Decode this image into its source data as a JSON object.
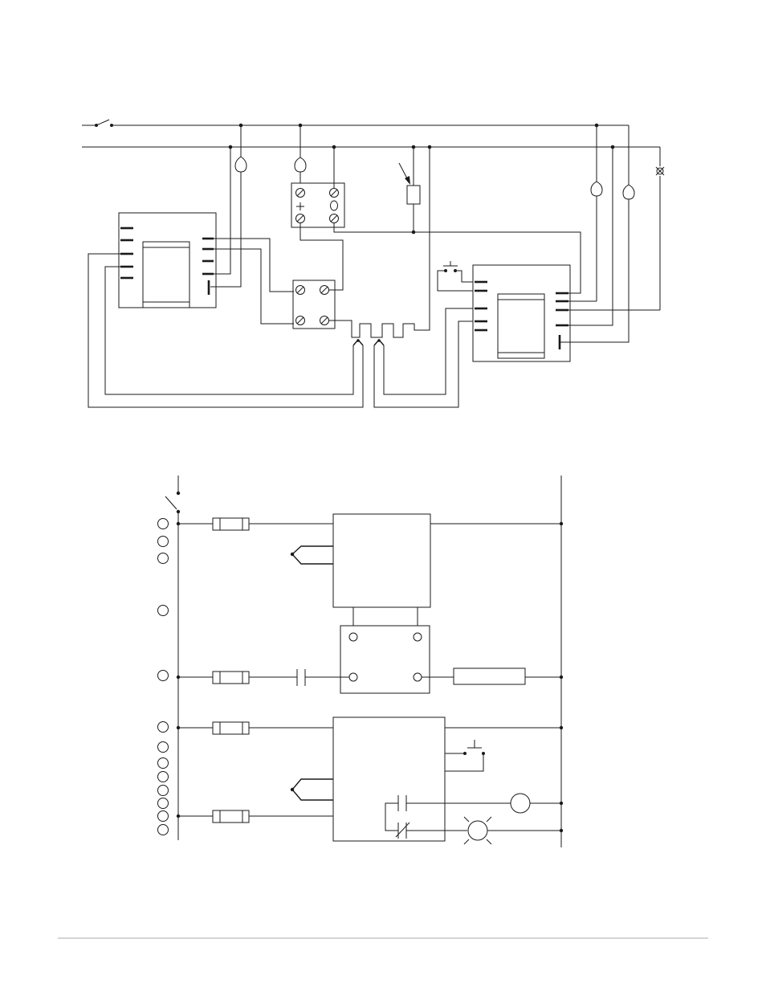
{
  "page": {
    "background": "#ffffff",
    "line_color": "#1a1a1a",
    "rule_color": "#a8a8a8"
  },
  "wiring_diagram": {
    "components": [
      {
        "name": "line-switch-icon"
      },
      {
        "name": "left-control-module"
      },
      {
        "name": "right-control-module"
      },
      {
        "name": "upper-terminal-block"
      },
      {
        "name": "lower-terminal-block"
      },
      {
        "name": "resistor-icon"
      },
      {
        "name": "push-button-icon"
      },
      {
        "name": "indicator-lamp-icon"
      },
      {
        "name": "fuse-icon"
      },
      {
        "name": "thermocouple-junction-icon"
      }
    ]
  },
  "ladder_diagram": {
    "rung_markers": 14,
    "components": [
      {
        "name": "disconnect-switch-icon"
      },
      {
        "name": "fuse-icon"
      },
      {
        "name": "capacitor-icon"
      },
      {
        "name": "relay-contact-icon"
      },
      {
        "name": "motor-icon"
      },
      {
        "name": "pilot-lamp-icon"
      }
    ]
  }
}
